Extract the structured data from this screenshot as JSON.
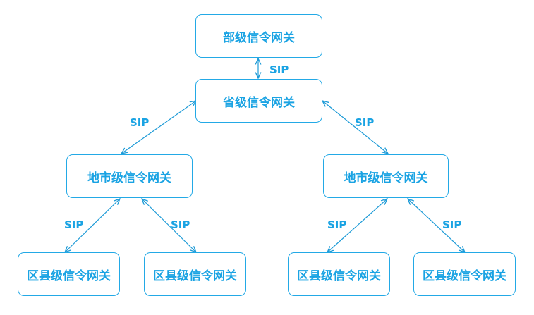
{
  "colors": {
    "accent": "#1AA3E3",
    "border": "#23A9E6"
  },
  "nodes": {
    "ministry": "部级信令网关",
    "province": "省级信令网关",
    "city_left": "地市级信令网关",
    "city_right": "地市级信令网关",
    "county_1": "区县级信令网关",
    "county_2": "区县级信令网关",
    "county_3": "区县级信令网关",
    "county_4": "区县级信令网关"
  },
  "links": {
    "ministry_province": "SIP",
    "province_city_left": "SIP",
    "province_city_right": "SIP",
    "city_left_county_1": "SIP",
    "city_left_county_2": "SIP",
    "city_right_county_3": "SIP",
    "city_right_county_4": "SIP"
  }
}
